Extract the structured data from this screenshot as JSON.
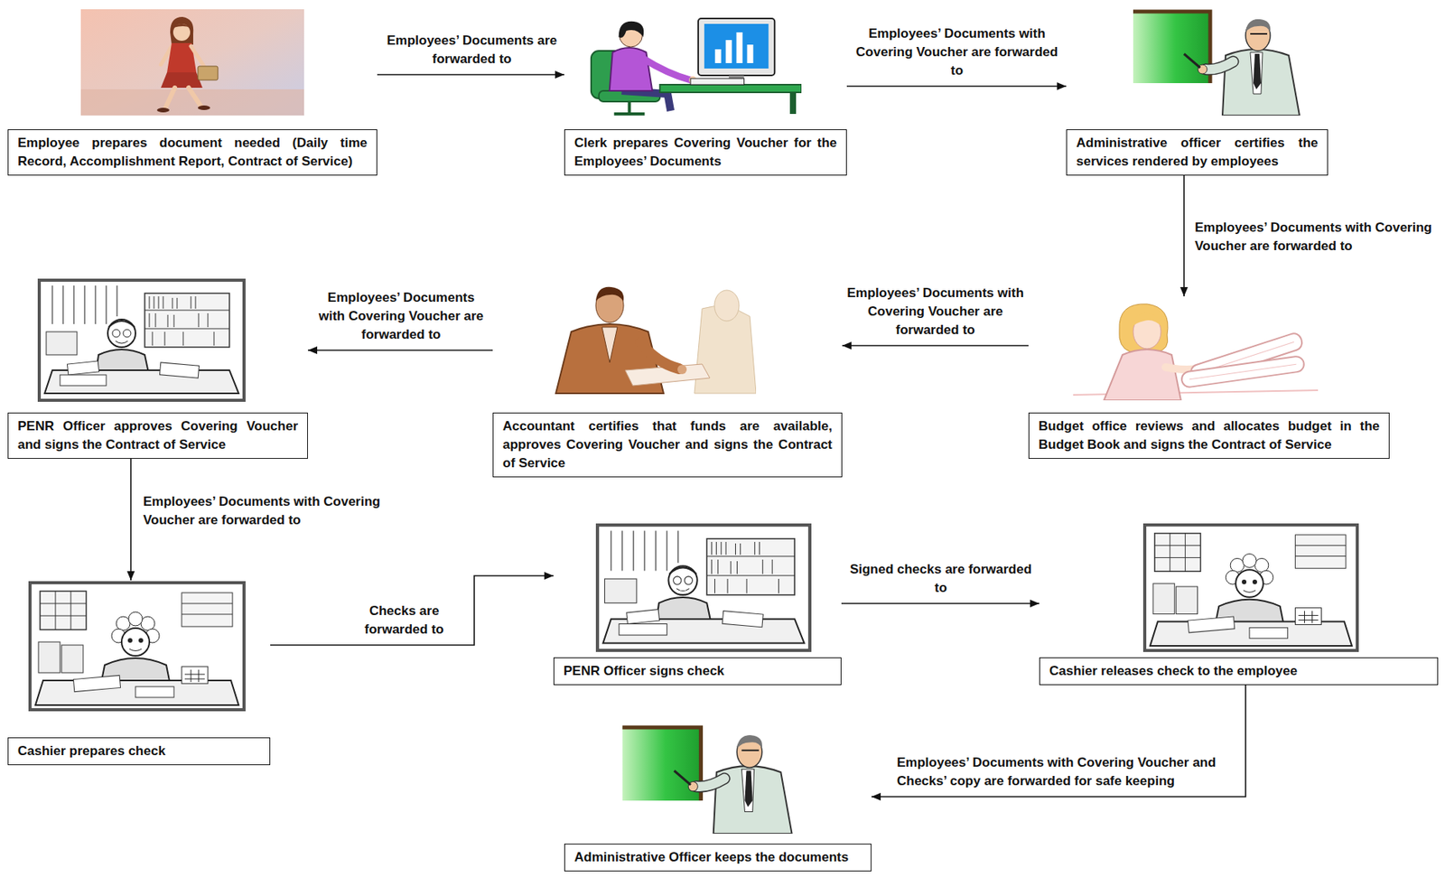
{
  "diagram": {
    "nodes": [
      {
        "text": [
          "Employee prepares document needed (Daily time Record, Accomplishment Report, Contract of Service)"
        ]
      },
      {
        "text": [
          "Clerk prepares Covering Voucher for the Employees’ Documents"
        ]
      },
      {
        "text": [
          "Administrative officer certifies the services rendered by employees"
        ]
      },
      {
        "text": [
          "PENR Officer approves Covering Voucher and signs the Contract of Service"
        ]
      },
      {
        "text": [
          "Accountant certifies that funds are available, approves Covering Voucher and signs the Contract of Service"
        ]
      },
      {
        "text": [
          "Budget office reviews and allocates budget in the Budget Book and signs the Contract of Service"
        ]
      },
      {
        "text": [
          "Cashier prepares check"
        ]
      },
      {
        "text": [
          "PENR Officer signs check"
        ]
      },
      {
        "text": [
          "Cashier releases check to the employee"
        ]
      },
      {
        "text": [
          "Administrative Officer keeps the documents"
        ]
      }
    ],
    "edges": [
      {
        "from": 0,
        "to": 1,
        "label": "Employees’ Documents are forwarded to",
        "arrow": "to"
      },
      {
        "from": 1,
        "to": 2,
        "label": "Employees’ Documents with Covering Voucher are forwarded to",
        "arrow": "to"
      },
      {
        "from": 2,
        "to": 5,
        "label": "Employees’ Documents with Covering Voucher are forwarded to",
        "arrow": "to"
      },
      {
        "from": 5,
        "to": 4,
        "label": "Employees’ Documents with Covering Voucher are forwarded to",
        "arrow": "to"
      },
      {
        "from": 4,
        "to": 3,
        "label": "Employees’ Documents with Covering Voucher are forwarded to",
        "arrow": "to"
      },
      {
        "from": 3,
        "to": 6,
        "label": "Employees’ Documents with Covering Voucher are forwarded to",
        "arrow": "to"
      },
      {
        "from": 6,
        "to": 7,
        "label": "Checks are forwarded to",
        "arrow": "to"
      },
      {
        "from": 7,
        "to": 8,
        "label": "Signed checks are forwarded to",
        "arrow": "to"
      },
      {
        "from": 8,
        "to": 9,
        "label": "Employees’ Documents with Covering Voucher and Checks’ copy are forwarded for safe keeping",
        "arrow": "to"
      }
    ]
  }
}
